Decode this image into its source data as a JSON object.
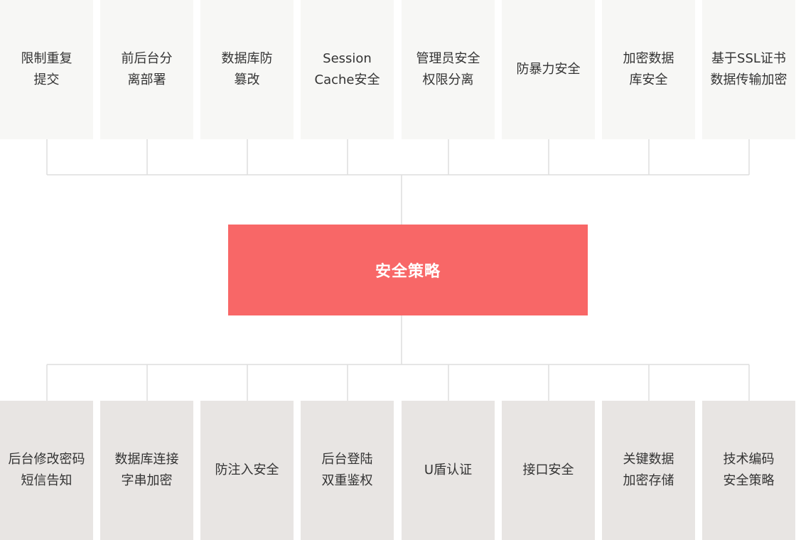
{
  "center": {
    "label": "安全策略",
    "color": "#f86767"
  },
  "colors": {
    "top_box": "#f7f7f5",
    "bottom_box": "#e8e5e3",
    "line": "#dedede",
    "text": "#333333"
  },
  "top_items": [
    "限制重复\n提交",
    "前后台分\n离部署",
    "数据库防\n篡改",
    "Session\nCache安全",
    "管理员安全\n权限分离",
    "防暴力安全",
    "加密数据\n库安全",
    "基于SSL证书\n数据传输加密"
  ],
  "bottom_items": [
    "后台修改密码\n短信告知",
    "数据库连接\n字串加密",
    "防注入安全",
    "后台登陆\n双重鉴权",
    "U盾认证",
    "接口安全",
    "关键数据\n加密存储",
    "技术编码\n安全策略"
  ]
}
